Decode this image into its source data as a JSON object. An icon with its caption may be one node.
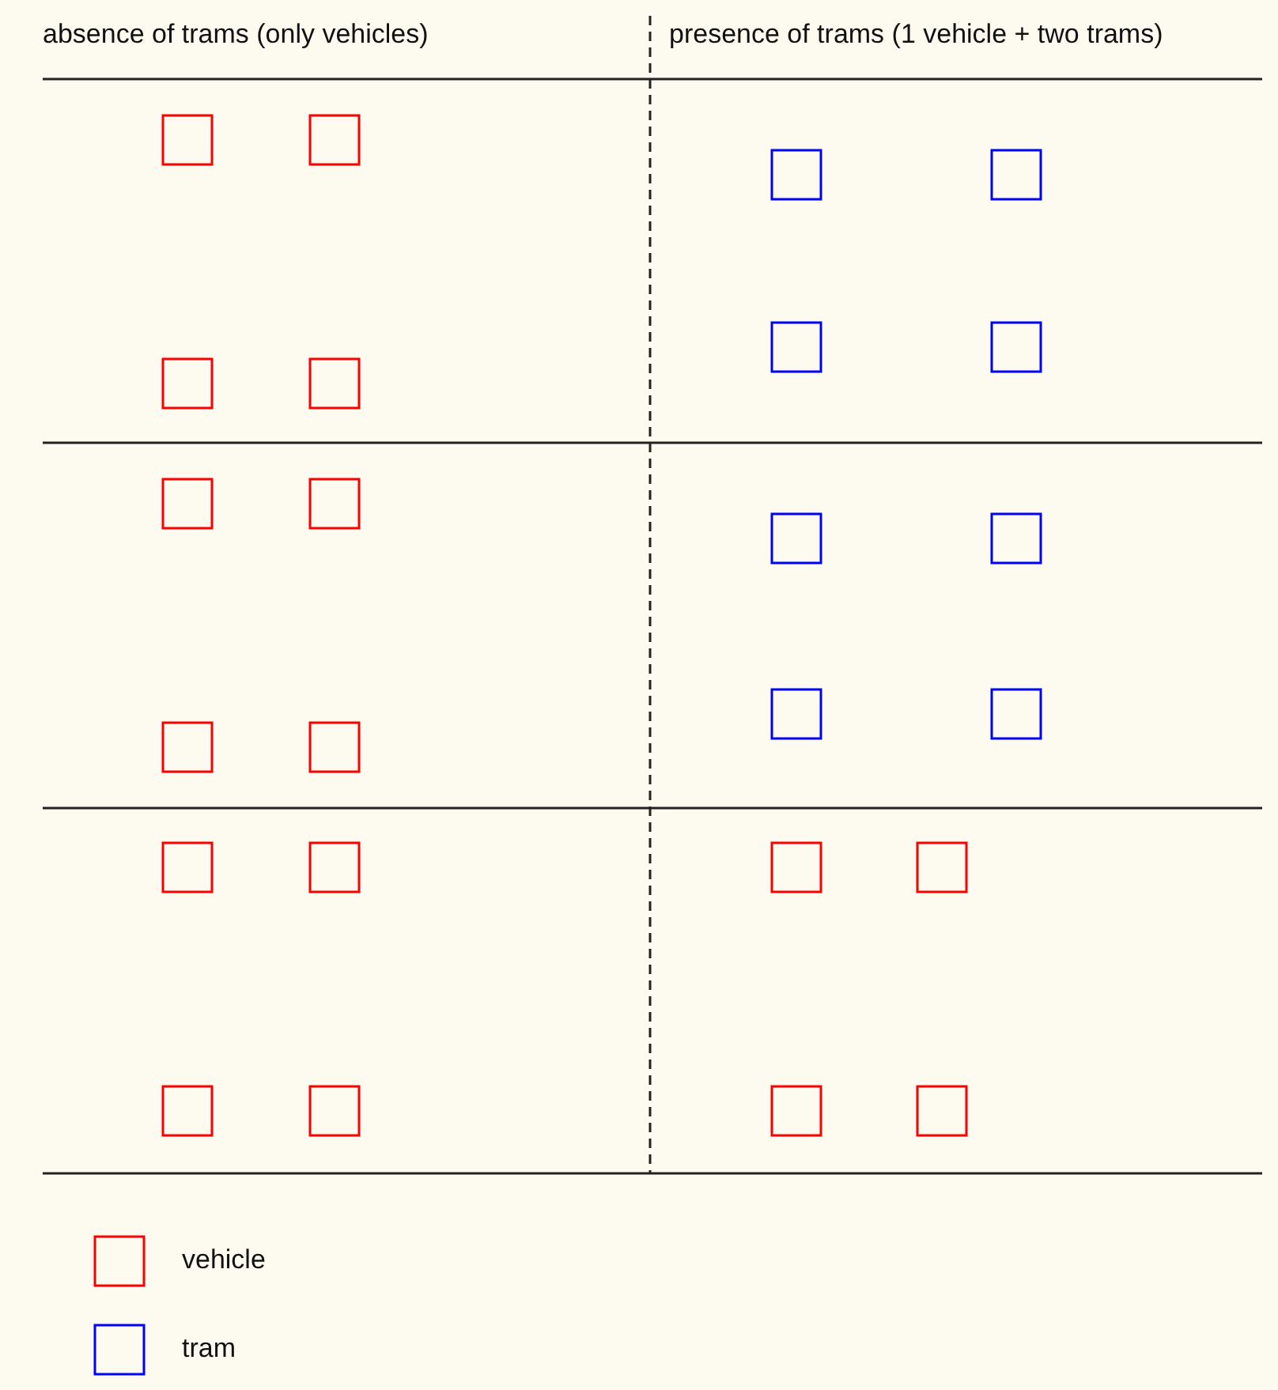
{
  "diagram": {
    "labels": [
      "absence of trams (only vehicles)",
      "presence of trams (1 vehicle + two trams)"
    ],
    "legend": [
      {
        "text": "vehicle",
        "color": "#ff0000"
      },
      {
        "text": "tram",
        "color": "#0000ff"
      }
    ]
  }
}
